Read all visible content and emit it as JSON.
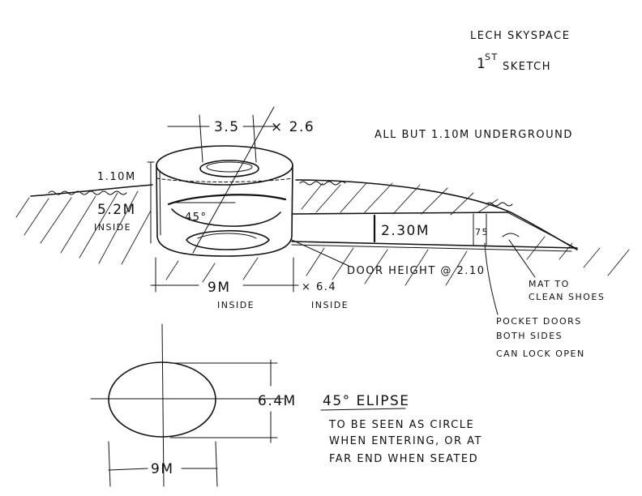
{
  "title": {
    "line1": "LECH SKYSPACE",
    "line2_num": "1",
    "line2_sup": "ST",
    "line2_word": "SKETCH"
  },
  "note_underground": "ALL BUT 1.10M UNDERGROUND",
  "section": {
    "dim_top_diameter": "3.5",
    "dim_top_x": "× 2.6",
    "dim_above_ground": "1.10M",
    "dim_inside_height": "5.2M",
    "dim_inside_height_note": "INSIDE",
    "angle": "45°",
    "tunnel_height": "2.30M",
    "small_dim": "75",
    "door_height": "DOOR HEIGHT @ 2.10",
    "width_main": "9M",
    "width_main_note": "INSIDE",
    "width_x": "× 6.4",
    "width_x_note": "INSIDE"
  },
  "mat_note": [
    "MAT TO",
    "CLEAN SHOES"
  ],
  "pocket_note": [
    "POCKET DOORS",
    "BOTH SIDES",
    "CAN LOCK OPEN"
  ],
  "plan": {
    "dim_vertical": "6.4M",
    "dim_horizontal": "9M"
  },
  "ellipse_note": {
    "heading": "45° ELIPSE",
    "lines": [
      "TO BE SEEN AS CIRCLE",
      "WHEN ENTERING, OR AT",
      "FAR END WHEN SEATED"
    ]
  }
}
